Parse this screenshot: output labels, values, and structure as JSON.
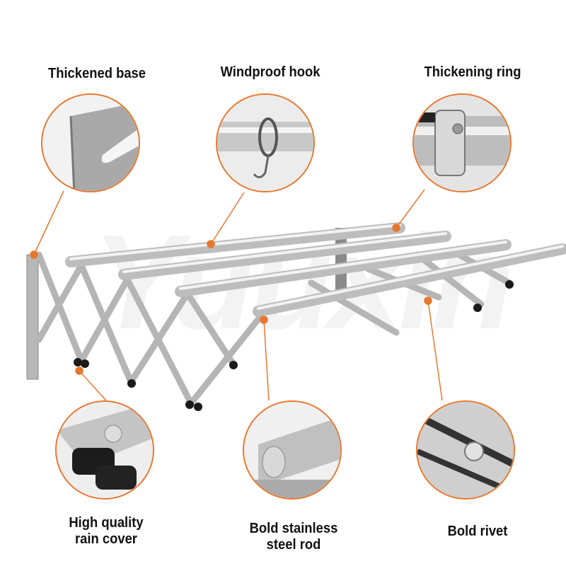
{
  "watermark": "Yuuxin",
  "accent_color": "#e8772e",
  "callouts": [
    {
      "label": "Thickened base",
      "position": "top-left"
    },
    {
      "label": "Windproof hook",
      "position": "top-center"
    },
    {
      "label": "Thickening ring",
      "position": "top-right"
    },
    {
      "label_line1": "High quality",
      "label_line2": "rain cover",
      "position": "bottom-left"
    },
    {
      "label_line1": "Bold stainless",
      "label_line2": "steel rod",
      "position": "bottom-center"
    },
    {
      "label": "Bold rivet",
      "position": "bottom-right"
    }
  ]
}
